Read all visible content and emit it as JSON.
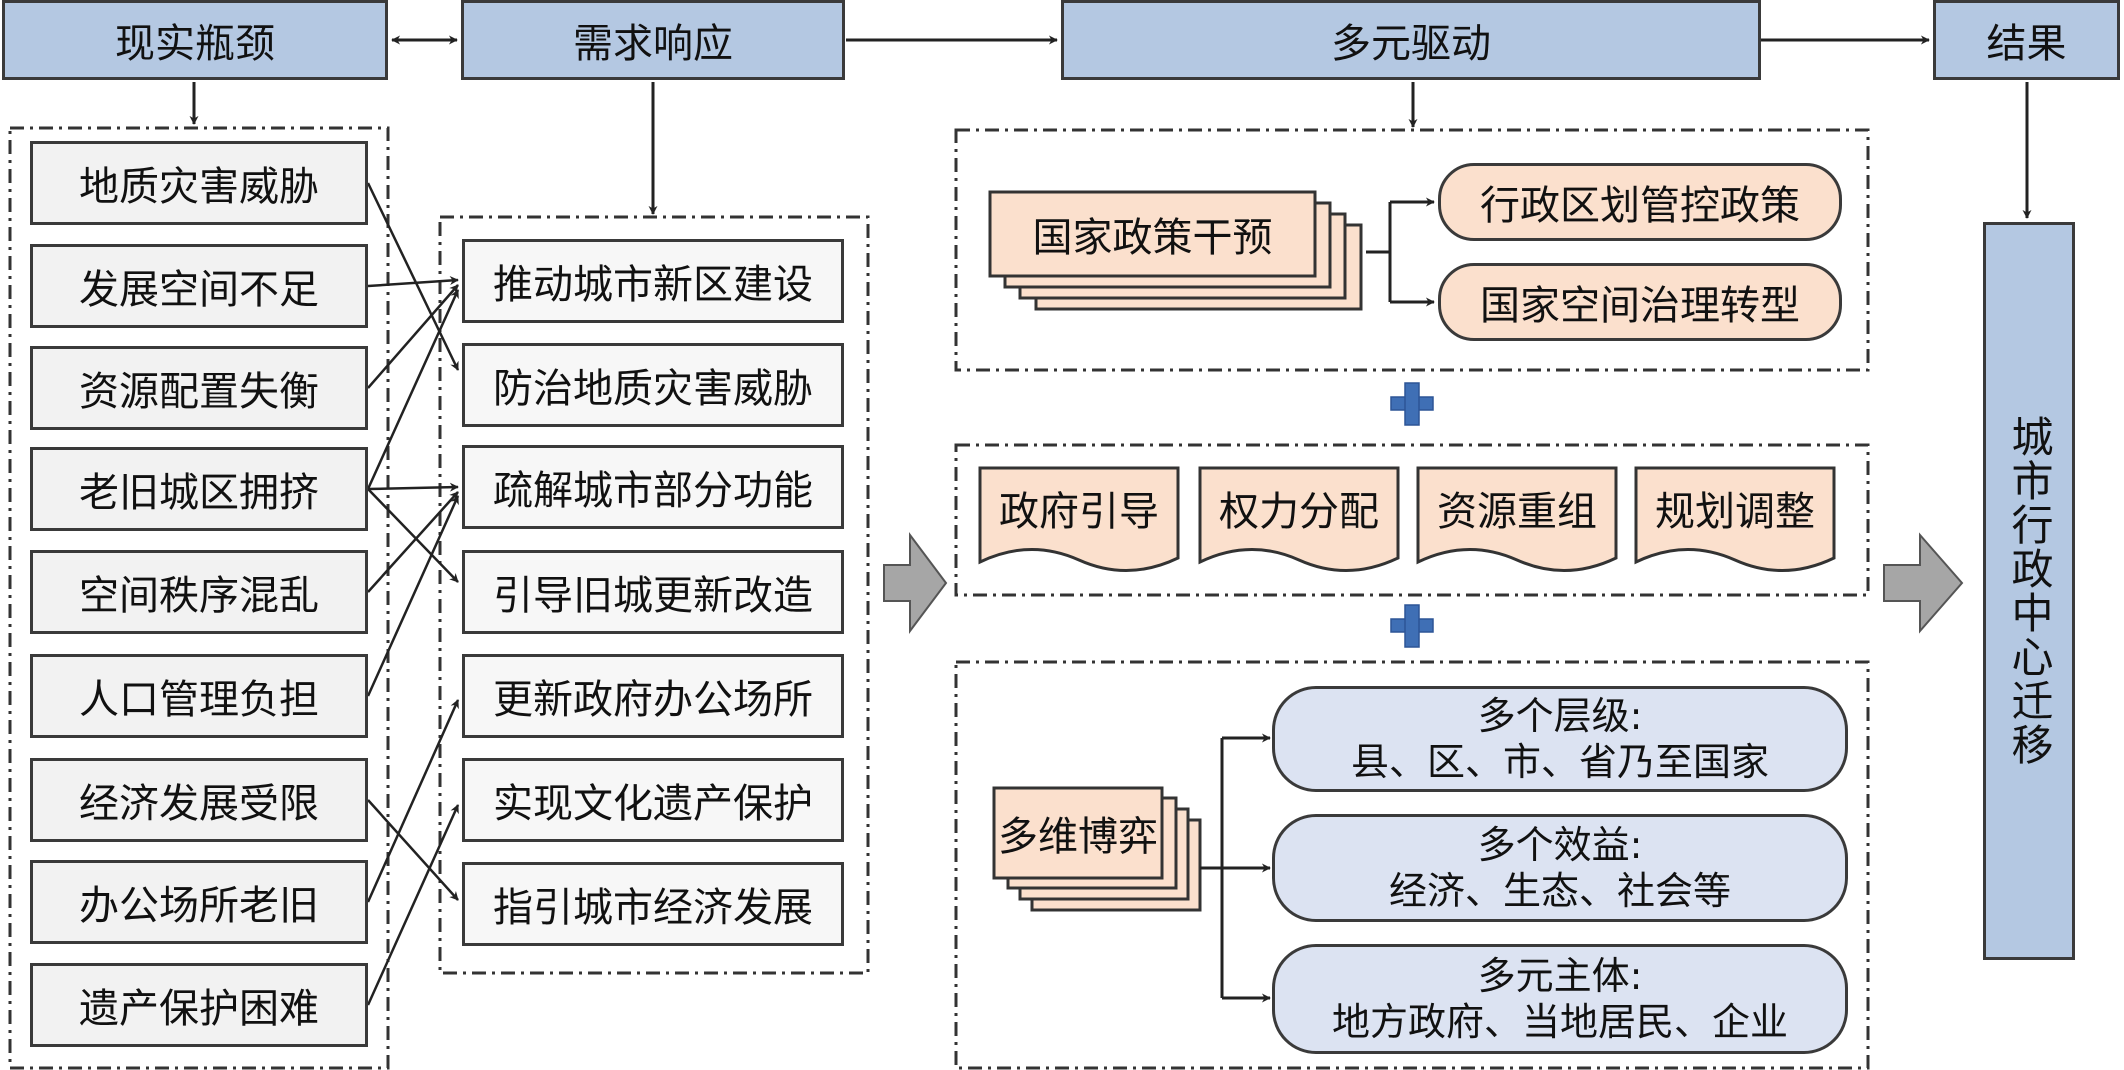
{
  "headers": {
    "bottleneck": "现实瓶颈",
    "response": "需求响应",
    "drive": "多元驱动",
    "result": "结果"
  },
  "bottlenecks": [
    "地质灾害威胁",
    "发展空间不足",
    "资源配置失衡",
    "老旧城区拥挤",
    "空间秩序混乱",
    "人口管理负担",
    "经济发展受限",
    "办公场所老旧",
    "遗产保护困难"
  ],
  "responses": [
    "推动城市新区建设",
    "防治地质灾害威胁",
    "疏解城市部分功能",
    "引导旧城更新改造",
    "更新政府办公场所",
    "实现文化遗产保护",
    "指引城市经济发展"
  ],
  "policy": {
    "main": "国家政策干预",
    "branches": [
      "行政区划管控政策",
      "国家空间治理转型"
    ]
  },
  "mechanisms": [
    "政府引导",
    "权力分配",
    "资源重组",
    "规划调整"
  ],
  "game": {
    "main": "多维博弈",
    "items": [
      {
        "title": "多个层级:",
        "detail": "县、区、市、省乃至国家"
      },
      {
        "title": "多个效益:",
        "detail": "经济、生态、社会等"
      },
      {
        "title": "多元主体:",
        "detail": "地方政府、当地居民、企业"
      }
    ]
  },
  "result_text": "城市行政中心迁移",
  "colors": {
    "header_fill": "#b4c8e2",
    "peach": "#fbe0cd",
    "light_blue": "#dce3f2",
    "plus": "#3f6fb5",
    "big_arrow": "#a6a6a6"
  }
}
